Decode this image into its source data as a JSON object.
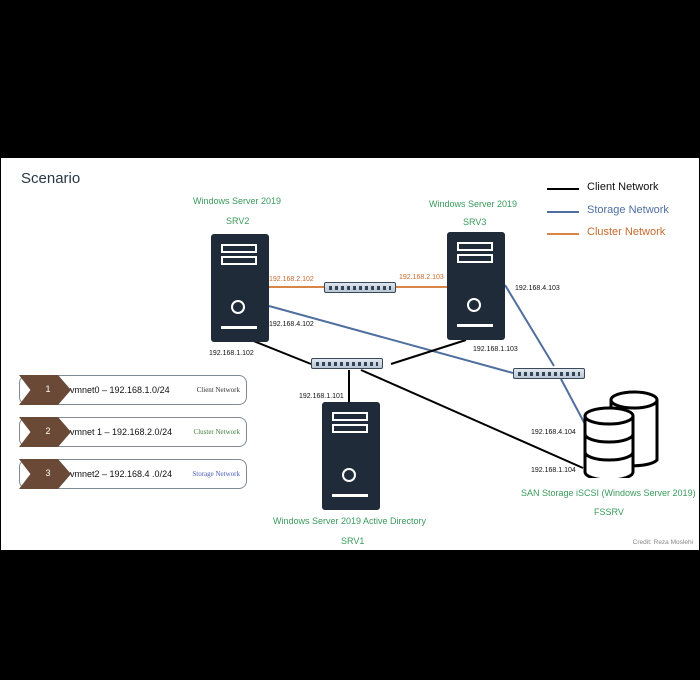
{
  "title": "Scenario",
  "colors": {
    "client": "#000000",
    "storage": "#4f6f9e",
    "cluster": "#d98547",
    "label_green": "#3a9a5c",
    "vmnet_cluster": "#3f7f3f",
    "vmnet_storage": "#4a5ab5"
  },
  "legend": [
    {
      "label": "Client  Network"
    },
    {
      "label": "Storage Network"
    },
    {
      "label": "Cluster Network"
    }
  ],
  "servers": {
    "srv2": {
      "os": "Windows Server 2019",
      "name": "SRV2"
    },
    "srv3": {
      "os": "Windows Server 2019",
      "name": "SRV3"
    },
    "srv1": {
      "os": "Windows Server 2019 Active Directory",
      "name": "SRV1"
    },
    "fssrv": {
      "os": "SAN Storage iSCSI (Windows Server 2019)",
      "name": "FSSRV",
      "icon": "database-icon"
    }
  },
  "ips": {
    "srv2_cluster": "192.168.2.102",
    "srv3_cluster": "192.168.2.103",
    "srv2_storage": "192.168.4.102",
    "srv3_storage": "192.168.4.103",
    "srv2_client": "192.168.1.102",
    "srv3_client": "192.168.1.103",
    "srv1_client": "192.168.1.101",
    "fssrv_storage": "192.168.4.104",
    "fssrv_client": "192.168.1.104"
  },
  "vmnets": [
    {
      "num": "1",
      "text": "vmnet0 – 192.168.1.0/24",
      "net": "Client Network"
    },
    {
      "num": "2",
      "text": "vmnet 1 – 192.168.2.0/24",
      "net": "Cluster Network"
    },
    {
      "num": "3",
      "text": "vmnet2 – 192.168.4 .0/24",
      "net": "Storage Network"
    }
  ],
  "credit": "Credit: Reza Moslehi"
}
